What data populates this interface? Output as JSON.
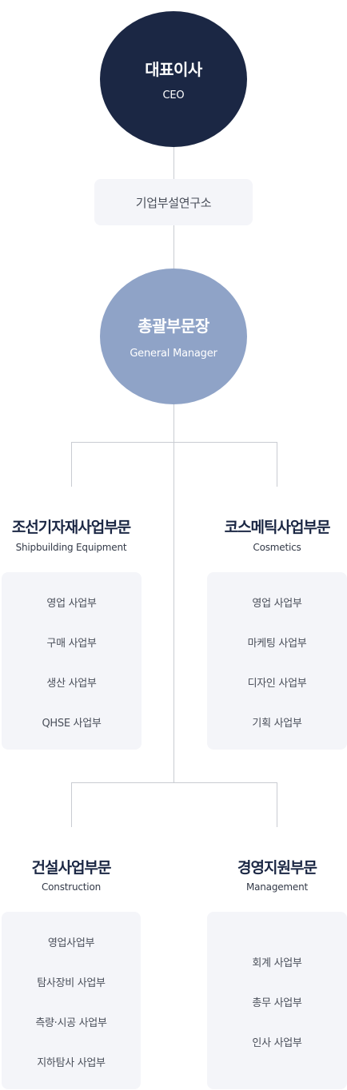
{
  "ceo": {
    "title": "대표이사",
    "subtitle": "CEO"
  },
  "lab": {
    "label": "기업부설연구소"
  },
  "gm": {
    "title": "총괄부문장",
    "subtitle": "General Manager"
  },
  "divisions": [
    {
      "title": "조선기자재사업부문",
      "subtitle": "Shipbuilding Equipment",
      "items": [
        "영업 사업부",
        "구매 사업부",
        "생산 사업부",
        "QHSE 사업부"
      ]
    },
    {
      "title": "코스메틱사업부문",
      "subtitle": "Cosmetics",
      "items": [
        "영업 사업부",
        "마케팅 사업부",
        "디자인 사업부",
        "기획 사업부"
      ]
    },
    {
      "title": "건설사업부문",
      "subtitle": "Construction",
      "items": [
        "영업사업부",
        "탐사장비 사업부",
        "측량·시공 사업부",
        "지하탐사 사업부"
      ]
    },
    {
      "title": "경영지원부문",
      "subtitle": "Management",
      "items": [
        "회계 사업부",
        "총무 사업부",
        "인사 사업부"
      ]
    }
  ],
  "colors": {
    "navy": "#1b2744",
    "steel_blue": "#8fa3c7",
    "panel": "#f4f5f9",
    "connector": "#c9ccd2"
  }
}
